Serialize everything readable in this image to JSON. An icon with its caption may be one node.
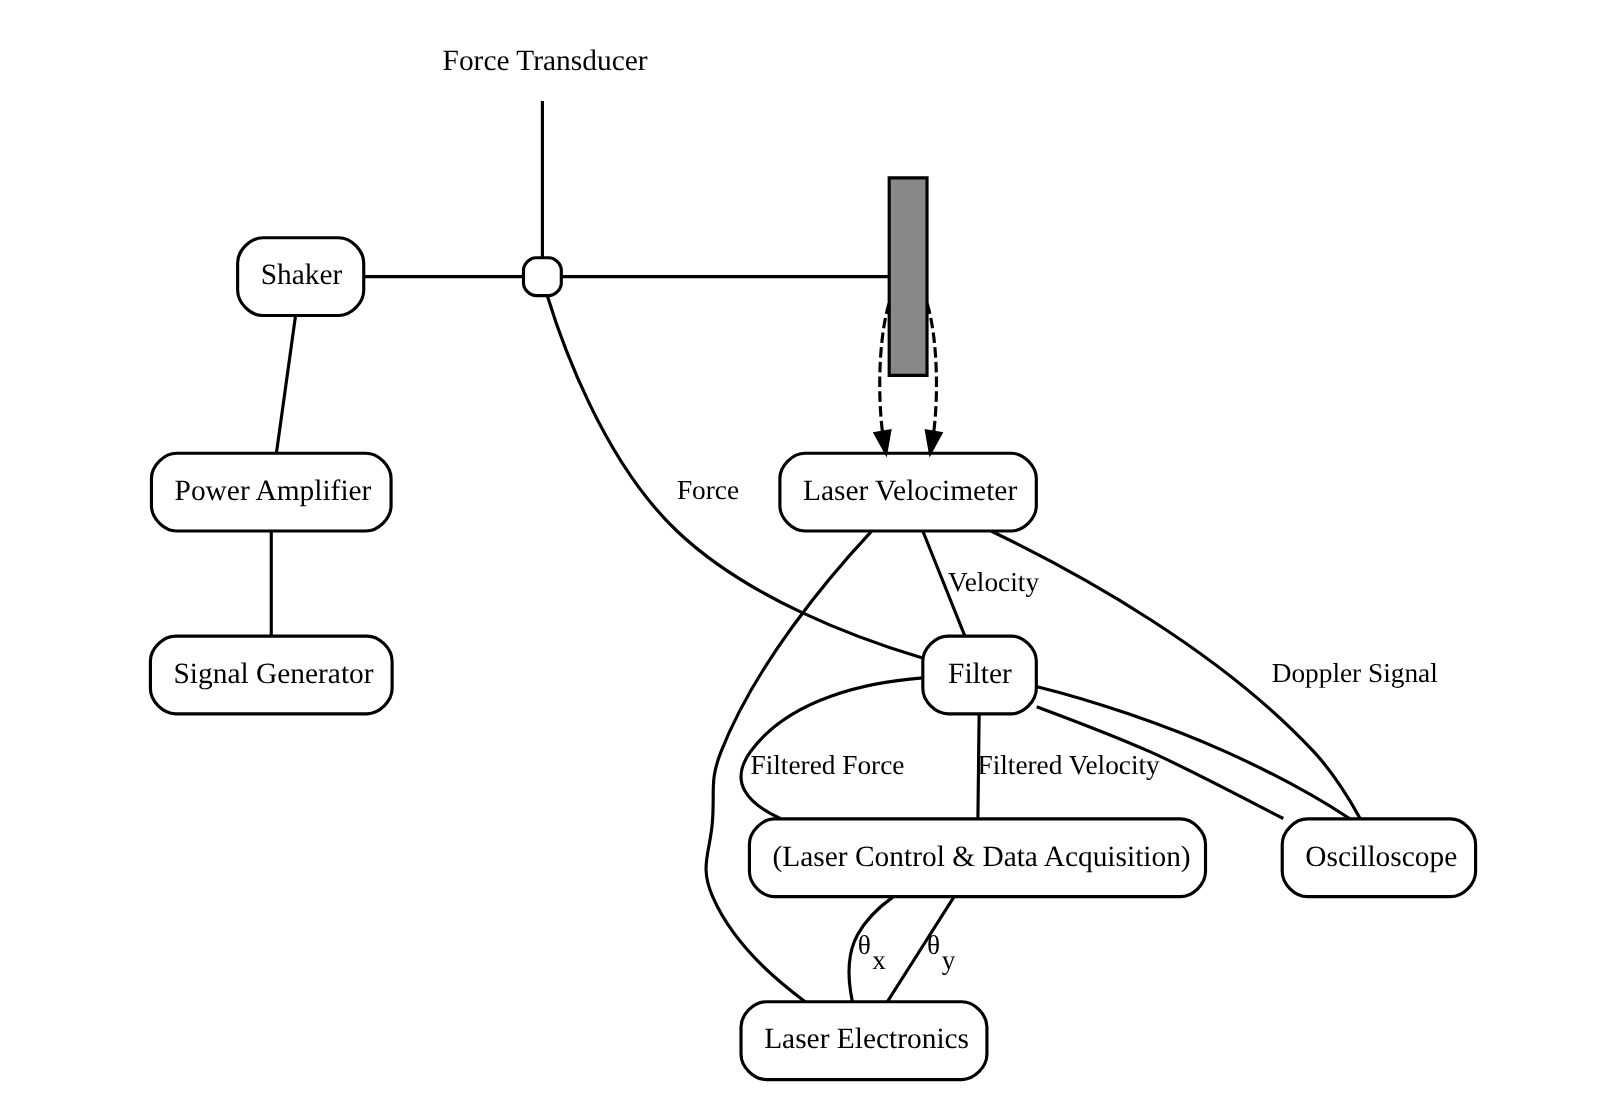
{
  "diagram": {
    "nodes": [
      {
        "text": [
          "Shaker"
        ]
      },
      {
        "text": [
          "Power Amplifier"
        ]
      },
      {
        "text": [
          "Signal Generator"
        ]
      },
      {
        "text": [
          "Force Transducer"
        ]
      },
      {
        "text": [],
        "shape": "box"
      },
      {
        "text": [],
        "shape": "bar"
      },
      {
        "text": [
          "Filter"
        ]
      },
      {
        "text": [
          "Oscilloscope"
        ]
      },
      {
        "text": [
          "Laser Velocimeter"
        ]
      },
      {
        "text": [
          "Laser Electronics"
        ]
      },
      {
        "text": [
          "(Laser Control & Data Acquisition)"
        ]
      }
    ],
    "edges": [
      {
        "from": 0,
        "to": 1,
        "arrow": "none"
      },
      {
        "from": 1,
        "to": 2,
        "arrow": "none"
      },
      {
        "from": 3,
        "to": 4,
        "arrow": "none"
      },
      {
        "from": 0,
        "to": 4,
        "arrow": "none"
      },
      {
        "from": 4,
        "to": 5,
        "arrow": "none"
      },
      {
        "from": 4,
        "to": 6,
        "label": "Force",
        "arrow": "none"
      },
      {
        "from": 8,
        "to": 6,
        "label": "Velocity",
        "arrow": "none"
      },
      {
        "from": 6,
        "to": 10,
        "label": "Filtered Force",
        "arrow": "none"
      },
      {
        "from": 6,
        "to": 7,
        "arrow": "none"
      },
      {
        "from": 6,
        "to": 10,
        "label": "Filtered Velocity",
        "arrow": "none"
      },
      {
        "from": 6,
        "to": 7,
        "arrow": "none"
      },
      {
        "from": 8,
        "to": 7,
        "label": "Doppler Signal",
        "arrow": "none"
      },
      {
        "from": 5,
        "to": 8,
        "arrow": "to",
        "style": "dashed"
      },
      {
        "from": 5,
        "to": 8,
        "arrow": "to",
        "style": "dashed"
      },
      {
        "from": 8,
        "to": 9,
        "arrow": "none"
      },
      {
        "from": 10,
        "to": 9,
        "label": "θ$_{x}$",
        "arrow": "none"
      },
      {
        "from": 10,
        "to": 9,
        "label": "θ$_{y}$",
        "arrow": "none"
      }
    ]
  }
}
